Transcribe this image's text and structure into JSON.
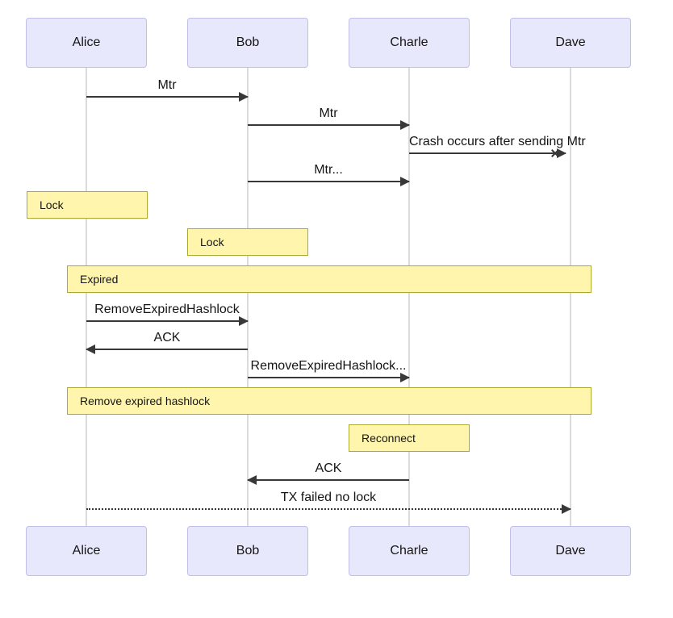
{
  "diagram_type": "sequence-diagram",
  "participants": [
    {
      "name": "Alice"
    },
    {
      "name": "Bob"
    },
    {
      "name": "Charle"
    },
    {
      "name": "Dave"
    }
  ],
  "messages": [
    {
      "from": "Alice",
      "to": "Bob",
      "label": "Mtr",
      "line": "solid",
      "arrow": "filled"
    },
    {
      "from": "Bob",
      "to": "Charle",
      "label": "Mtr",
      "line": "solid",
      "arrow": "filled"
    },
    {
      "from": "Charle",
      "to": "Dave",
      "label": "Crash occurs after sending Mtr",
      "line": "solid",
      "arrow": "cross"
    },
    {
      "from": "Bob",
      "to": "Charle",
      "label": "Mtr...",
      "line": "solid",
      "arrow": "filled"
    },
    {
      "from": "Alice",
      "to": "Bob",
      "label": "RemoveExpiredHashlock",
      "line": "solid",
      "arrow": "filled"
    },
    {
      "from": "Bob",
      "to": "Alice",
      "label": "ACK",
      "line": "solid",
      "arrow": "filled"
    },
    {
      "from": "Bob",
      "to": "Charle",
      "label": "RemoveExpiredHashlock...",
      "line": "solid",
      "arrow": "filled"
    },
    {
      "from": "Charle",
      "to": "Bob",
      "label": "ACK",
      "line": "solid",
      "arrow": "filled"
    },
    {
      "from": "Alice",
      "to": "Dave",
      "label": "TX failed no lock",
      "line": "dotted",
      "arrow": "filled"
    }
  ],
  "notes": [
    {
      "over": "Alice",
      "label": "Lock"
    },
    {
      "over": "Bob",
      "label": "Lock"
    },
    {
      "over": "Alice,Dave",
      "label": "Expired"
    },
    {
      "over": "Alice,Dave",
      "label": "Remove expired hashlock"
    },
    {
      "over": "Charle",
      "label": "Reconnect"
    }
  ],
  "colors": {
    "actor_fill": "#e8e8fc",
    "actor_border": "#bfbfe8",
    "note_fill": "#fff5ad",
    "note_border": "#aaaa33",
    "message_line": "#383838",
    "lifeline": "#dbdbdb",
    "text": "#151515",
    "background": "#ffffff"
  }
}
